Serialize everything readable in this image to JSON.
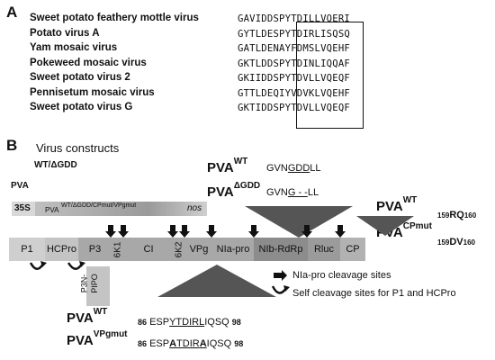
{
  "panel_a": {
    "letter": "A",
    "rows": [
      {
        "name": "Sweet potato feathery mottle virus",
        "seq": "GAVIDDSPYTDILLVQERI"
      },
      {
        "name": "Potato virus A",
        "seq": "GYTLDESPYTDIRLISQSQ"
      },
      {
        "name": "Yam mosaic virus",
        "seq": "GATLDENAYFDMSLVQEHF"
      },
      {
        "name": "Pokeweed mosaic virus",
        "seq": "GKTLDDSPYTDINLIQQAF"
      },
      {
        "name": "Sweet potato virus 2",
        "seq": "GKIIDDSPYTDVLLVQEQF"
      },
      {
        "name": "Pennisetum mosaic virus",
        "seq": "GTTLDEQIYVDVKLVQEHF"
      },
      {
        "name": "Sweet potato virus G",
        "seq": "GKTIDDSPYTDVLLVQEQF"
      }
    ]
  },
  "panel_b": {
    "letter": "B",
    "title": "Virus constructs",
    "pva_label": "PVA",
    "wt_dgdd_sup": "WT/ΔGDD",
    "promoter": "35S",
    "cassette_pva": "PVA",
    "cassette_sup": "WT/ΔGDD/CPmut/VPgmut",
    "terminator": "nos",
    "gdd": {
      "wt_sup": "WT",
      "wt_prefix": "GVN",
      "wt_motif": "GDD",
      "wt_suffix": "LL",
      "dgdd_sup": "ΔGDD",
      "dgdd_prefix": "GVN",
      "dgdd_motif": "G - -",
      "dgdd_suffix": "LL"
    },
    "cp": {
      "wt_sup": "WT",
      "wt_num1": "159",
      "wt_seq": "RQ",
      "wt_num2": "160",
      "mut_sup": "CPmut",
      "mut_num1": "159",
      "mut_seq": "DV",
      "mut_num2": "160"
    },
    "genome": [
      "P1",
      "HCPro",
      "P3",
      "6K1",
      "CI",
      "6K2",
      "VPg",
      "NIa-pro",
      "NIb-RdRp",
      "Rluc",
      "CP"
    ],
    "p3n_pipo_top": "P3N-",
    "p3n_pipo_bottom": "PIPO",
    "legend": {
      "cleavage": "NIa-pro cleavage sites",
      "self_cleavage": "Self cleavage sites for P1 and HCPro"
    },
    "vpg": {
      "wt_sup": "WT",
      "mut_sup": "VPgmut",
      "num_start": "86",
      "num_end": "98",
      "wt_prefix": "ESP",
      "wt_motif": "YTDIRL",
      "wt_suffix": "IQSQ",
      "mut_prefix": "ESP",
      "mut_a1": "A",
      "mut_mid": "TDIR",
      "mut_a2": "A",
      "mut_suffix": "IQSQ"
    }
  },
  "colors": {
    "p1": "#cfcfcf",
    "hcpro": "#c4c4c4",
    "middle": "#a8a8a8",
    "nib": "#8c8c8c",
    "rluc": "#9b9b9b",
    "cp": "#b2b2b2",
    "triangle": "#555555"
  }
}
